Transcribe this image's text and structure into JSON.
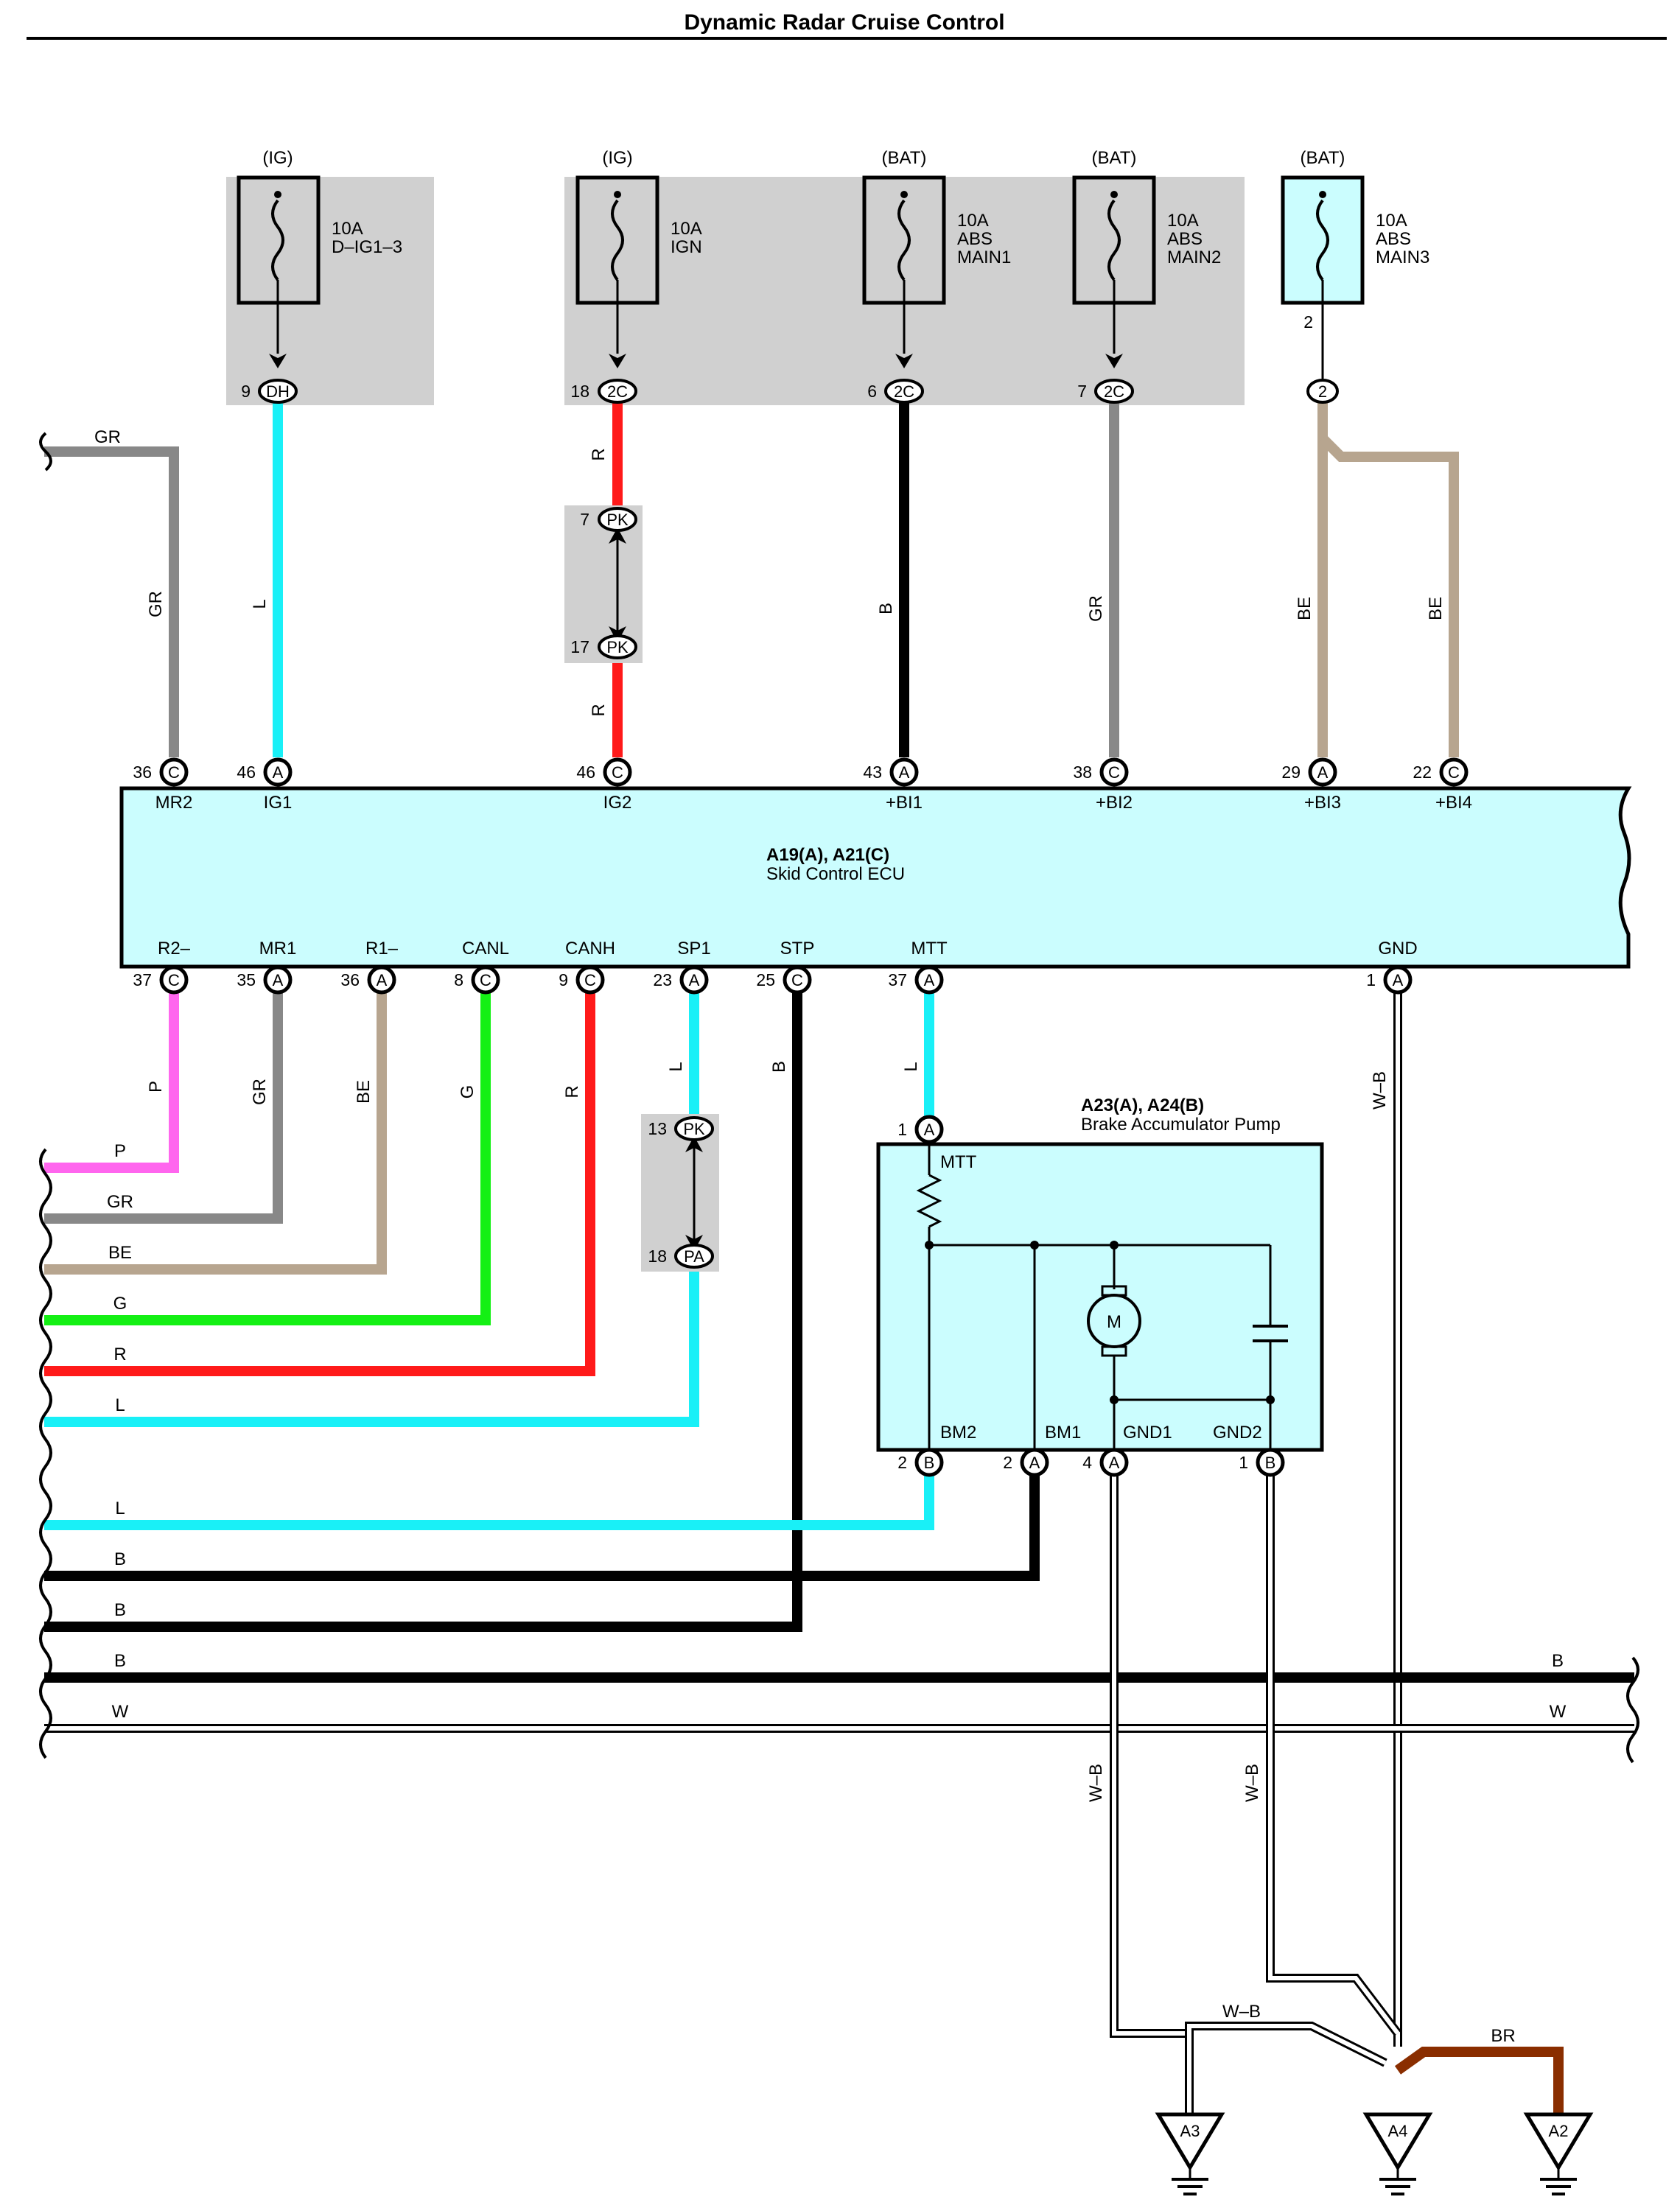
{
  "title": "Dynamic Radar Cruise Control",
  "colors": {
    "L": "#19f0f7",
    "R": "#ff1a1a",
    "B": "#000000",
    "GR": "#888888",
    "BE": "#b7a58f",
    "P": "#ff66ee",
    "G": "#14f014",
    "BR": "#8a2e00",
    "W": "#ffffff",
    "box_fill": "#cbfdfe",
    "shade": "#d0d0d0"
  },
  "fuses": [
    {
      "supply": "(IG)",
      "rating": "10A",
      "name": "D–IG1–3",
      "pin": "9",
      "connector": "DH"
    },
    {
      "supply": "(IG)",
      "rating": "10A",
      "name": "IGN",
      "pin": "18",
      "connector": "2C"
    },
    {
      "supply": "(BAT)",
      "rating": "10A",
      "name1": "ABS",
      "name2": "MAIN1",
      "pin": "6",
      "connector": "2C"
    },
    {
      "supply": "(BAT)",
      "rating": "10A",
      "name1": "ABS",
      "name2": "MAIN2",
      "pin": "7",
      "connector": "2C"
    },
    {
      "supply": "(BAT)",
      "rating": "10A",
      "name1": "ABS",
      "name2": "MAIN3",
      "pin_top": "2",
      "pin": "2"
    }
  ],
  "junctions": [
    {
      "pin_top": "7",
      "conn_top": "PK",
      "pin_bot": "17",
      "conn_bot": "PK"
    },
    {
      "pin_top": "13",
      "conn_top": "PK",
      "pin_bot": "18",
      "conn_bot": "PA"
    }
  ],
  "ecu": {
    "codes": "A19(A), A21(C)",
    "name": "Skid Control ECU",
    "top_pins": [
      {
        "num": "36",
        "conn": "C",
        "name": "MR2",
        "wire": "GR"
      },
      {
        "num": "46",
        "conn": "A",
        "name": "IG1",
        "wire": "L"
      },
      {
        "num": "46",
        "conn": "C",
        "name": "IG2",
        "wire": "R"
      },
      {
        "num": "43",
        "conn": "A",
        "name": "+BI1",
        "wire": "B"
      },
      {
        "num": "38",
        "conn": "C",
        "name": "+BI2",
        "wire": "GR"
      },
      {
        "num": "29",
        "conn": "A",
        "name": "+BI3",
        "wire": "BE"
      },
      {
        "num": "22",
        "conn": "C",
        "name": "+BI4",
        "wire": "BE"
      }
    ],
    "bottom_pins": [
      {
        "num": "37",
        "conn": "C",
        "name": "R2–",
        "wire": "P"
      },
      {
        "num": "35",
        "conn": "A",
        "name": "MR1",
        "wire": "GR"
      },
      {
        "num": "36",
        "conn": "A",
        "name": "R1–",
        "wire": "BE"
      },
      {
        "num": "8",
        "conn": "C",
        "name": "CANL",
        "wire": "G"
      },
      {
        "num": "9",
        "conn": "C",
        "name": "CANH",
        "wire": "R"
      },
      {
        "num": "23",
        "conn": "A",
        "name": "SP1",
        "wire": "L"
      },
      {
        "num": "25",
        "conn": "C",
        "name": "STP",
        "wire": "B"
      },
      {
        "num": "37",
        "conn": "A",
        "name": "MTT",
        "wire": "L"
      },
      {
        "num": "1",
        "conn": "A",
        "name": "GND",
        "wire": "W–B"
      }
    ]
  },
  "pump": {
    "codes": "A23(A), A24(B)",
    "name": "Brake Accumulator Pump",
    "motor": "M",
    "top_pin": {
      "num": "1",
      "conn": "A",
      "name": "MTT"
    },
    "bottom_pins": [
      {
        "num": "2",
        "conn": "B",
        "name": "BM2"
      },
      {
        "num": "2",
        "conn": "A",
        "name": "BM1"
      },
      {
        "num": "4",
        "conn": "A",
        "name": "GND1"
      },
      {
        "num": "1",
        "conn": "B",
        "name": "GND2"
      }
    ]
  },
  "left_wires": {
    "top": "GR",
    "bundle": [
      "P",
      "GR",
      "BE",
      "G",
      "R",
      "L",
      "L",
      "B",
      "B",
      "B",
      "W"
    ],
    "right_ends": [
      "B",
      "W"
    ]
  },
  "ground_wires": {
    "w1": "W–B",
    "w2": "W–B",
    "w3": "W–B",
    "w4": "W–B",
    "br": "BR"
  },
  "grounds": [
    "A3",
    "A4",
    "A2"
  ]
}
